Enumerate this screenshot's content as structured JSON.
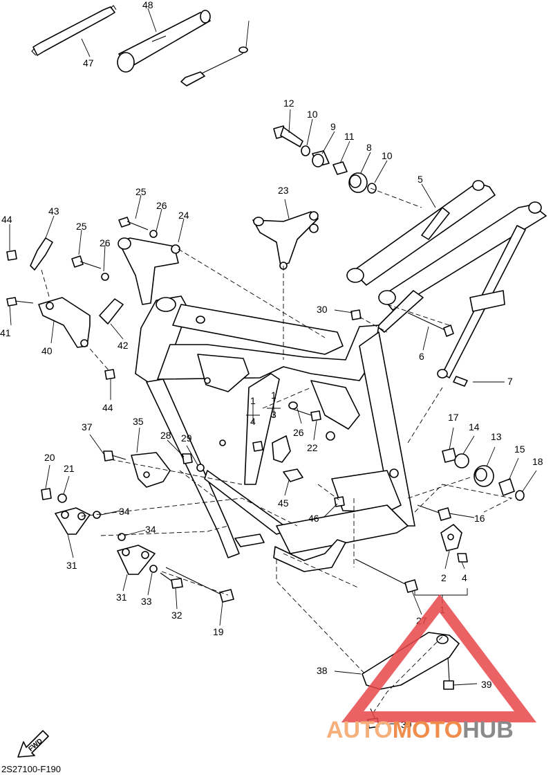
{
  "diagram": {
    "code": "2S27100-F190",
    "fwd_label": "FWD",
    "callouts": [
      "1",
      "2",
      "3",
      "4",
      "5",
      "6",
      "7",
      "8",
      "9",
      "10",
      "11",
      "12",
      "13",
      "14",
      "15",
      "16",
      "17",
      "18",
      "19",
      "20",
      "21",
      "22",
      "23",
      "24",
      "25",
      "26",
      "27",
      "28",
      "29",
      "30",
      "31",
      "32",
      "33",
      "34",
      "35",
      "37",
      "38",
      "39",
      "40",
      "41",
      "42",
      "43",
      "44",
      "45",
      "46",
      "47",
      "48"
    ]
  },
  "watermark": {
    "part1": "AUTO",
    "part2": "MOTO",
    "part3": "HUB",
    "colors": {
      "auto": "#f5b07c",
      "moto": "#f08c4c",
      "hub": "#8a8a8a",
      "triangle": "#e8474a"
    }
  }
}
